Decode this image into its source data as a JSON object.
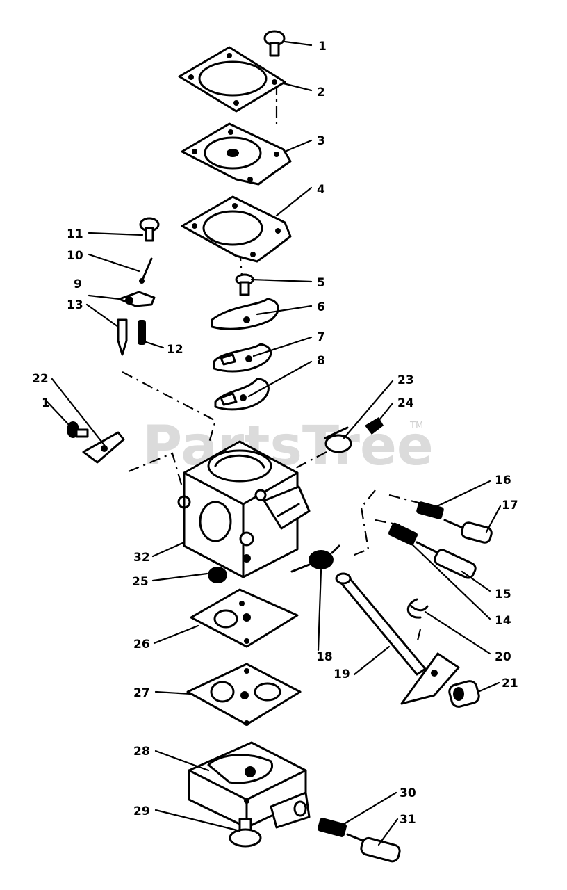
{
  "watermark": {
    "text": "PartsTree",
    "mark": "TM"
  },
  "callouts": [
    "1",
    "2",
    "3",
    "4",
    "5",
    "6",
    "7",
    "8",
    "9",
    "10",
    "11",
    "12",
    "13",
    "14",
    "15",
    "16",
    "17",
    "18",
    "19",
    "20",
    "21",
    "22",
    "23",
    "24",
    "25",
    "26",
    "27",
    "28",
    "29",
    "30",
    "31",
    "32",
    "1"
  ]
}
